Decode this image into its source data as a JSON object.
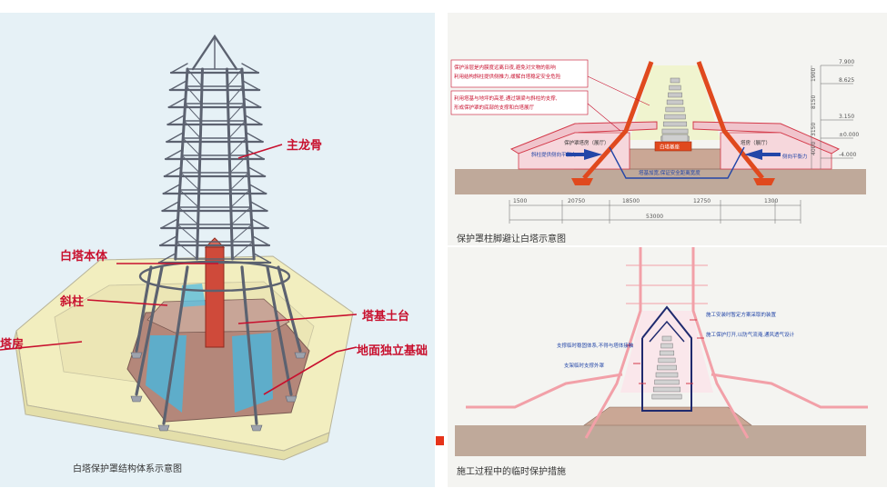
{
  "left": {
    "caption": "白塔保护罩结构体系示意图",
    "labels": {
      "main_keel": "主龙骨",
      "white_pagoda": "白塔本体",
      "inclined_column": "斜柱",
      "pagoda_platform": "塔基土台",
      "tower_house": "塔房",
      "foundation": "地面独立基础"
    }
  },
  "right_top": {
    "caption": "保护罩柱脚避让白塔示意图",
    "notes": [
      "保护涂层是内膜度远离日夜,避免对文物的影响",
      "利用结构斜柱提供侧推力,缓解白塔稳定安全危险",
      "利用塔基与地坪的高差,通过钢梁与斜柱的支撑,",
      "形成保护罩的底部的支撑和白塔展厅"
    ],
    "labels": {
      "left_room": "保护罩塔房（展厅）",
      "right_room": "塔房（展厅）",
      "left_arrow": "斜柱提供侧向平衡力",
      "right_arrow": "侧向平衡力",
      "center_box": "白塔基座",
      "base_note": "塔基加宽,保证安全距离宽度"
    },
    "elevations": [
      "7.900",
      "8.625",
      "3.150",
      "±0.000",
      "-4.000"
    ],
    "side_dims": [
      "1900",
      "8150",
      "3150",
      "4000"
    ],
    "dims": [
      "1500",
      "20750",
      "18500",
      "12750",
      "1300",
      "53000"
    ]
  },
  "right_bottom": {
    "caption": "施工过程中的临时保护措施",
    "notes_left": [
      "支撑临时稳固体系,不得与塔体接触",
      "支架临时支撑外罩"
    ],
    "notes_right": [
      "施工安装时暂定方案采取的装置",
      "施工保护打开,以防气流淹,通风透气设计"
    ]
  },
  "colors": {
    "left_bg": "#e6f1f6",
    "right_bg": "#f4f4f1",
    "accent_red": "#c8102e",
    "steel": "#5c6270",
    "pagoda_red": "#cf4a3a",
    "ground": "#bfa99a"
  }
}
